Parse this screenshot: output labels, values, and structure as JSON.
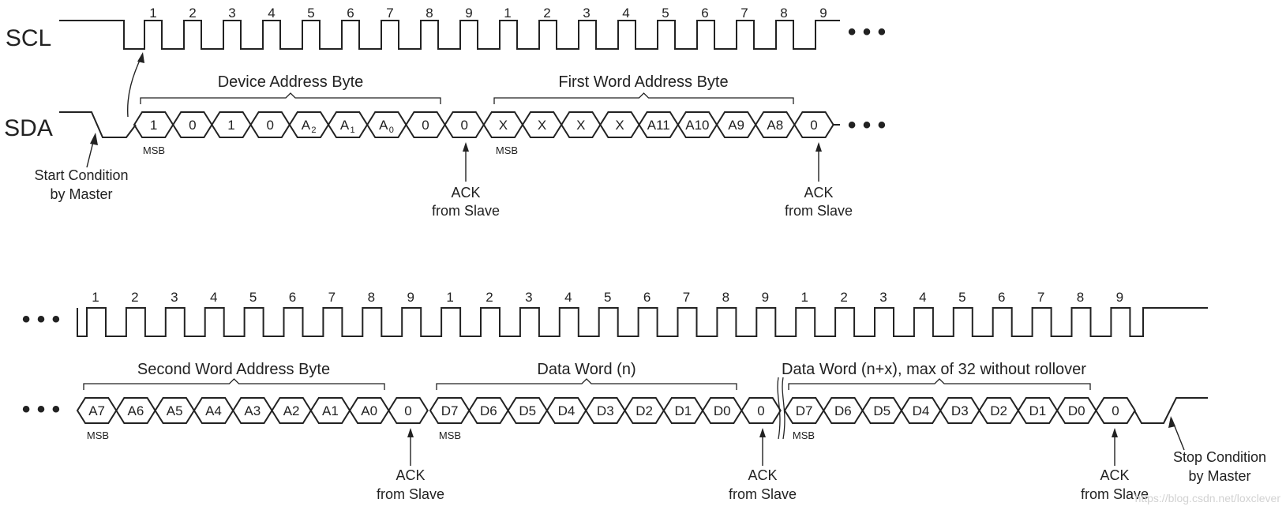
{
  "signals": {
    "scl": "SCL",
    "sda": "SDA"
  },
  "clock_ticks": [
    "1",
    "2",
    "3",
    "4",
    "5",
    "6",
    "7",
    "8",
    "9"
  ],
  "continuation": "• • •",
  "row1": {
    "bytes": [
      {
        "title": "Device Address Byte",
        "cells": [
          {
            "text": "1"
          },
          {
            "text": "0"
          },
          {
            "text": "1"
          },
          {
            "text": "0"
          },
          {
            "text": "A",
            "sub": "2"
          },
          {
            "text": "A",
            "sub": "1"
          },
          {
            "text": "A",
            "sub": "0"
          },
          {
            "text": "0"
          }
        ],
        "ack": "0"
      },
      {
        "title": "First Word Address Byte",
        "cells": [
          {
            "text": "X"
          },
          {
            "text": "X"
          },
          {
            "text": "X"
          },
          {
            "text": "X"
          },
          {
            "text": "A11"
          },
          {
            "text": "A10"
          },
          {
            "text": "A9"
          },
          {
            "text": "A8"
          }
        ],
        "ack": "0"
      }
    ]
  },
  "row2": {
    "bytes": [
      {
        "title": "Second Word Address Byte",
        "cells": [
          {
            "text": "A7"
          },
          {
            "text": "A6"
          },
          {
            "text": "A5"
          },
          {
            "text": "A4"
          },
          {
            "text": "A3"
          },
          {
            "text": "A2"
          },
          {
            "text": "A1"
          },
          {
            "text": "A0"
          }
        ],
        "ack": "0"
      },
      {
        "title": "Data Word (n)",
        "cells": [
          {
            "text": "D7"
          },
          {
            "text": "D6"
          },
          {
            "text": "D5"
          },
          {
            "text": "D4"
          },
          {
            "text": "D3"
          },
          {
            "text": "D2"
          },
          {
            "text": "D1"
          },
          {
            "text": "D0"
          }
        ],
        "ack": "0"
      },
      {
        "title": "Data Word (n+x), max of 32 without rollover",
        "cells": [
          {
            "text": "D7"
          },
          {
            "text": "D6"
          },
          {
            "text": "D5"
          },
          {
            "text": "D4"
          },
          {
            "text": "D3"
          },
          {
            "text": "D2"
          },
          {
            "text": "D1"
          },
          {
            "text": "D0"
          }
        ],
        "ack": "0"
      }
    ]
  },
  "msb_label": "MSB",
  "annotations": {
    "start": [
      "Start Condition",
      "by Master"
    ],
    "ack": [
      "ACK",
      "from Slave"
    ],
    "stop": [
      "Stop Condition",
      "by Master"
    ]
  },
  "watermark": "https://blog.csdn.net/loxclever"
}
